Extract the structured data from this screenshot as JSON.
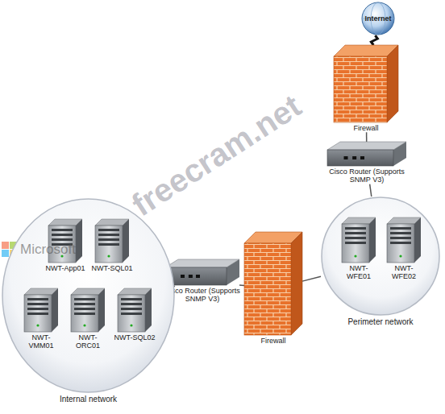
{
  "diagram": {
    "nodes": [
      {
        "text": [
          "Internet"
        ]
      },
      {
        "text": [
          "Firewall"
        ]
      },
      {
        "text": [
          "Cisco Router (Supports SNMP V3)"
        ]
      },
      {
        "text": [
          "Perimeter network"
        ]
      },
      {
        "text": [
          "NWT-WFE01"
        ],
        "in": 3
      },
      {
        "text": [
          "NWT-WFE02"
        ],
        "in": 3
      },
      {
        "text": [
          "Cisco Router (Supports SNMP V3)"
        ]
      },
      {
        "text": [
          "Firewall"
        ]
      },
      {
        "text": [
          "Internal network"
        ]
      },
      {
        "text": [
          "NWT-App01"
        ],
        "in": 8
      },
      {
        "text": [
          "NWT-SQL01"
        ],
        "in": 8
      },
      {
        "text": [
          "NWT-VMM01"
        ],
        "in": 8
      },
      {
        "text": [
          "NWT-ORC01"
        ],
        "in": 8
      },
      {
        "text": [
          "NWT-SQL02"
        ],
        "in": 8
      }
    ],
    "edges": [
      {
        "from": 0,
        "to": 1,
        "arrow": "none"
      },
      {
        "from": 1,
        "to": 2,
        "arrow": "none"
      },
      {
        "from": 2,
        "to": 3,
        "arrow": "none"
      },
      {
        "from": 3,
        "to": 7,
        "arrow": "none"
      },
      {
        "from": 7,
        "to": 6,
        "arrow": "none"
      },
      {
        "from": 6,
        "to": 8,
        "arrow": "none"
      }
    ],
    "labels": [
      "freecram.net",
      "Microsoft"
    ]
  }
}
